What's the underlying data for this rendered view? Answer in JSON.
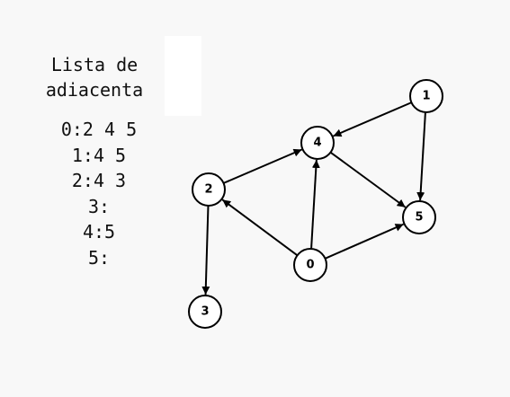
{
  "title": "Lista de\nadiacenta",
  "adjacency_list": [
    "0:2 4 5",
    "1:4 5",
    "2:4 3",
    "3:",
    "4:5",
    "5:"
  ],
  "graph": {
    "nodes": [
      {
        "id": "0",
        "label": "0"
      },
      {
        "id": "1",
        "label": "1"
      },
      {
        "id": "2",
        "label": "2"
      },
      {
        "id": "3",
        "label": "3"
      },
      {
        "id": "4",
        "label": "4"
      },
      {
        "id": "5",
        "label": "5"
      }
    ],
    "edges": [
      {
        "from": "0",
        "to": "2"
      },
      {
        "from": "0",
        "to": "4"
      },
      {
        "from": "0",
        "to": "5"
      },
      {
        "from": "1",
        "to": "4"
      },
      {
        "from": "1",
        "to": "5"
      },
      {
        "from": "2",
        "to": "4"
      },
      {
        "from": "2",
        "to": "3"
      },
      {
        "from": "4",
        "to": "5"
      }
    ],
    "directed": true
  }
}
